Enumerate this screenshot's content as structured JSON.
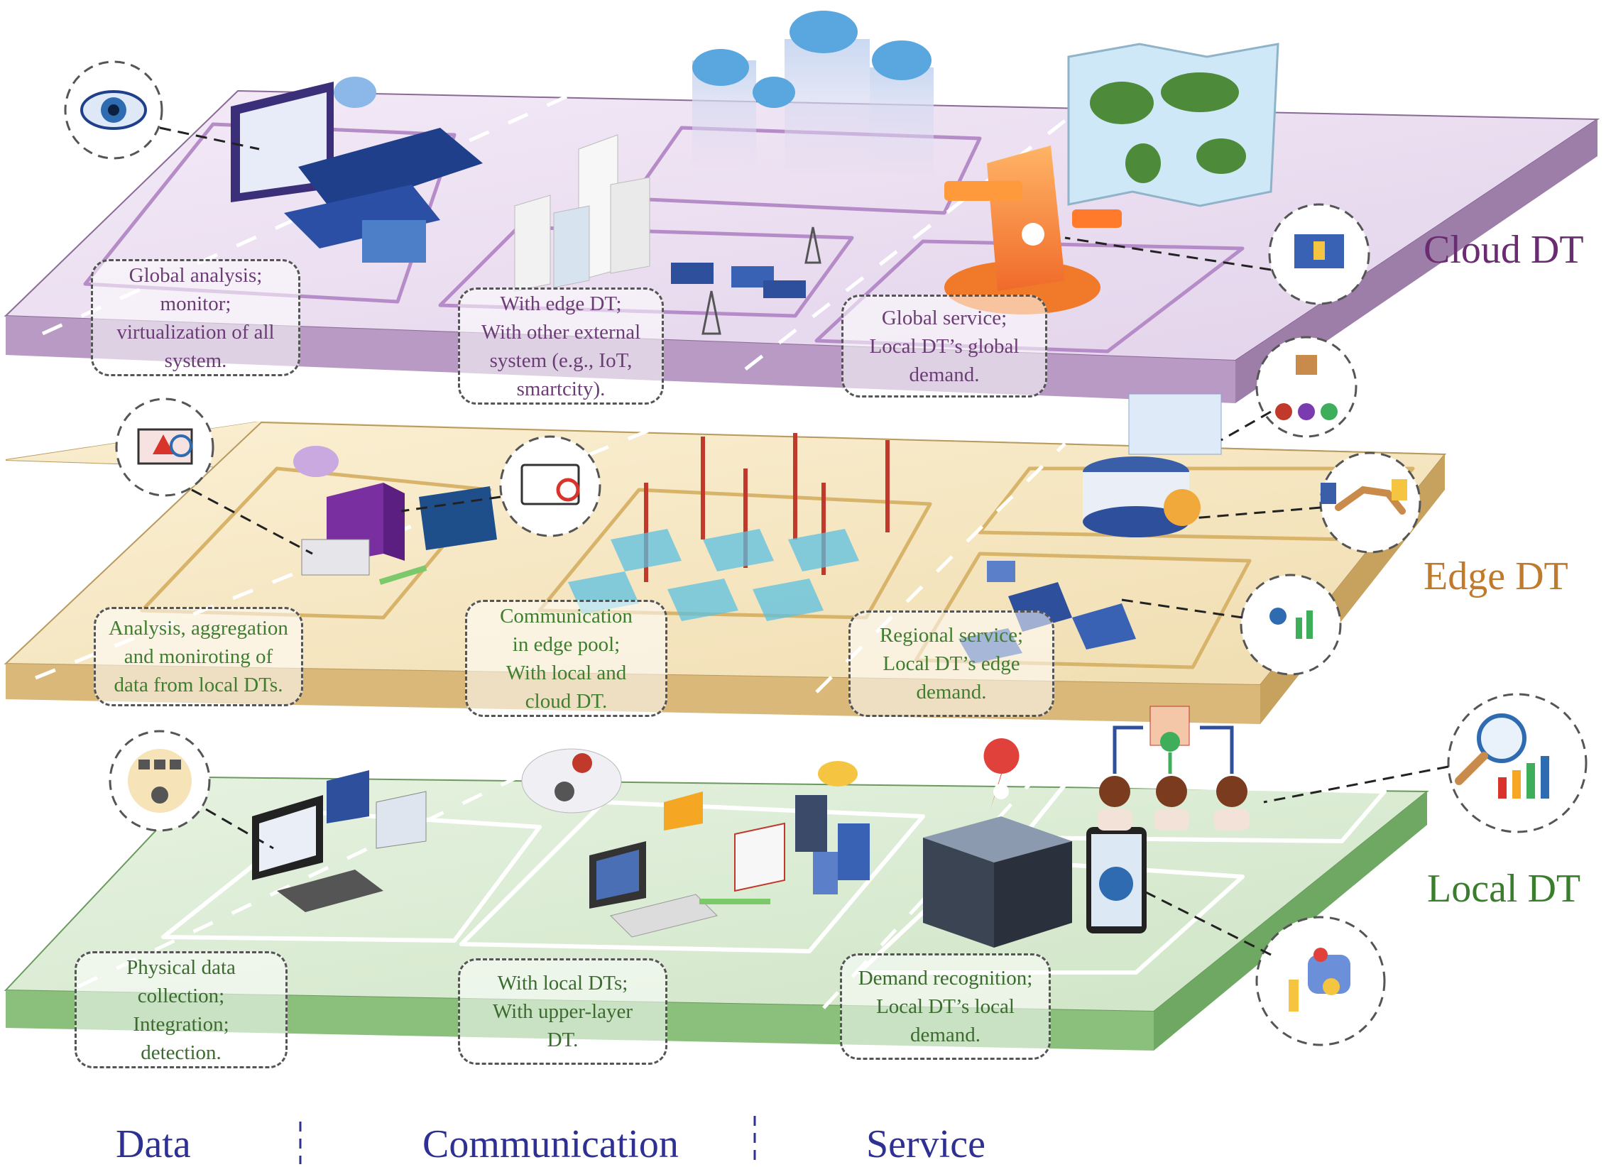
{
  "layers": {
    "cloud": {
      "label": "Cloud DT",
      "label_color": "#6a2c70",
      "plate_color": "#e9dcf0",
      "boxes": [
        {
          "lines": [
            "Global analysis;",
            "monitor;",
            "virtualization of all",
            "system."
          ]
        },
        {
          "lines": [
            "With edge DT;",
            "With other external",
            "system (e.g., IoT,",
            "smartcity)."
          ]
        },
        {
          "lines": [
            "Global service;",
            "Local DT’s global",
            "demand."
          ]
        }
      ]
    },
    "edge": {
      "label": "Edge DT",
      "label_color": "#c07a2c",
      "plate_color": "#f5e7c4",
      "boxes": [
        {
          "lines": [
            "Analysis, aggregation",
            "and moniroting of",
            "data from local DTs."
          ]
        },
        {
          "lines": [
            "Communication",
            "in edge pool;",
            "With local and",
            "cloud DT."
          ]
        },
        {
          "lines": [
            "Regional service;",
            "Local DT’s edge",
            "demand."
          ]
        }
      ]
    },
    "local": {
      "label": "Local DT",
      "label_color": "#3a7d2c",
      "plate_color": "#d6ead0",
      "boxes": [
        {
          "lines": [
            "Physical data",
            "collection;",
            "Integration;",
            "detection."
          ]
        },
        {
          "lines": [
            "With local DTs;",
            "With upper-layer",
            "DT."
          ]
        },
        {
          "lines": [
            "Demand recognition;",
            "Local DT’s local",
            "demand."
          ]
        }
      ]
    }
  },
  "columns": [
    "Data",
    "Communication",
    "Service"
  ],
  "icons": [
    "eye-icon",
    "monitor-alert-icon",
    "dashboard-icon",
    "user-distribution-icon",
    "handshake-icon",
    "growth-icon",
    "analysis-magnifier-icon",
    "settings-data-icon",
    "user-profile-icon",
    "cloud-server-icon",
    "tower-icon",
    "map-icon",
    "server-rack-icon"
  ]
}
